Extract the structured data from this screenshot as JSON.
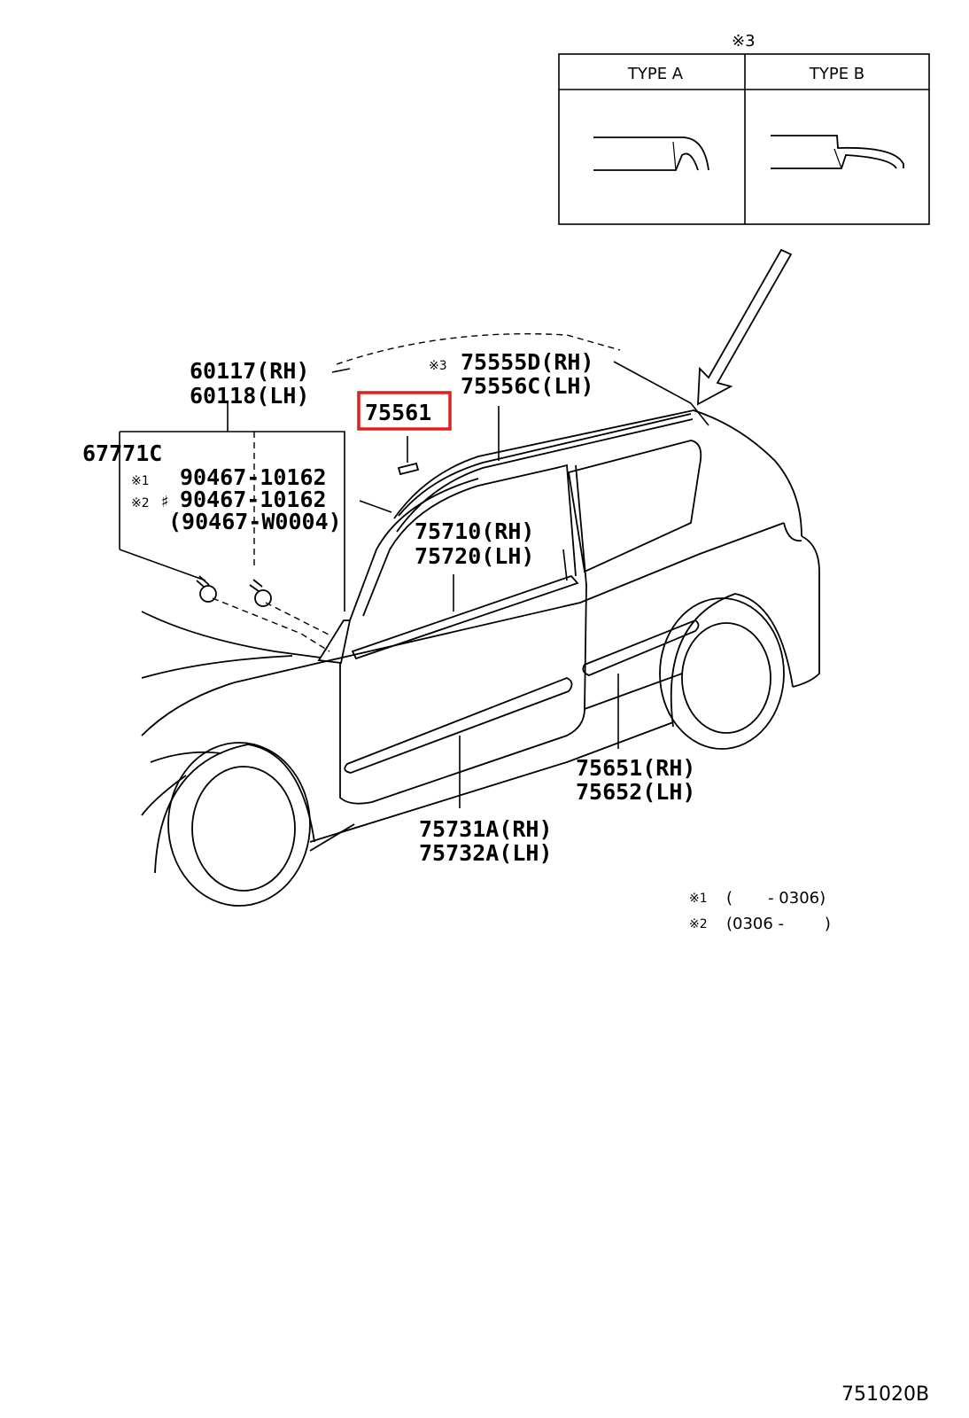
{
  "inset": {
    "note": "※3",
    "type_a": "TYPE A",
    "type_b": "TYPE B"
  },
  "parts": {
    "p60117": "60117(RH)",
    "p60118": "60118(LH)",
    "p67771": "67771C",
    "note1": "※1",
    "p90467a": "90467-10162",
    "note2": "※2",
    "p90467b": "90467-10162",
    "p90467c": "(90467-W0004)",
    "highlighted": "75561",
    "note3": "※3",
    "p75555": "75555D(RH)",
    "p75556": "75556C(LH)",
    "p75710": "75710(RH)",
    "p75720": "75720(LH)",
    "p75651": "75651(RH)",
    "p75652": "75652(LH)",
    "p75731": "75731A(RH)",
    "p75732": "75732A(LH)"
  },
  "footnotes": {
    "f1_mark": "※1",
    "f1_text": "(       - 0306)",
    "f2_mark": "※2",
    "f2_text": "(0306 -        )"
  },
  "diagram_code": "751020B",
  "highlight_color": "#e0201c"
}
